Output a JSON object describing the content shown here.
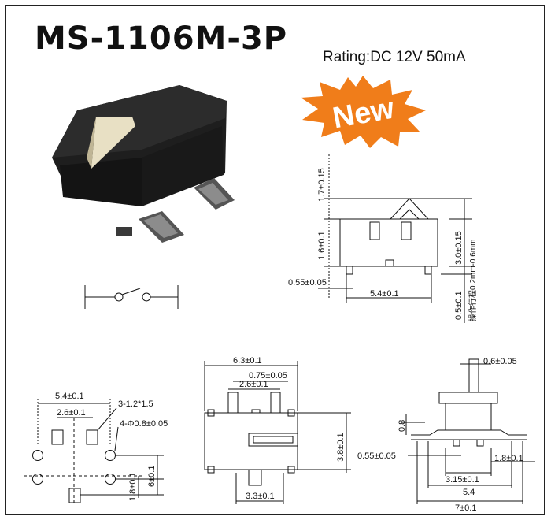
{
  "header": {
    "title": "MS-1106M-3P",
    "rating": "Rating:DC 12V 50mA",
    "badge": "New",
    "badge_color": "#f07d1a"
  },
  "side_view": {
    "dim_top": "1.7±0.15",
    "dim_body": "1.6±0.1",
    "dim_right": "3.0±0.15",
    "dim_stroke": "操作行程0.2mm-0.6mm",
    "dim_foot": "0.5±0.1",
    "dim_pin": "0.55±0.05",
    "dim_width": "5.4±0.1"
  },
  "footprint": {
    "dim_width": "5.4±0.1",
    "dim_inner": "2.6±0.1",
    "slot_note": "3-1.2*1.5",
    "hole_note": "4-Φ0.8±0.05",
    "dim_height": "6±0.1",
    "dim_small": "1.8±0.1"
  },
  "top_view": {
    "dim_width": "6.3±0.1",
    "dim_lug": "0.75±0.05",
    "dim_pitch": "2.6±0.1",
    "dim_height": "3.8±0.1",
    "dim_bottom": "3.3±0.1"
  },
  "end_view": {
    "dim_actuator": "0.6±0.05",
    "dim_08": "0.8",
    "dim_pin": "0.55±0.05",
    "dim_right": "1.8±0.1",
    "dim_315": "3.15±0.1",
    "dim_54": "5.4",
    "dim_total": "7±0.1"
  }
}
